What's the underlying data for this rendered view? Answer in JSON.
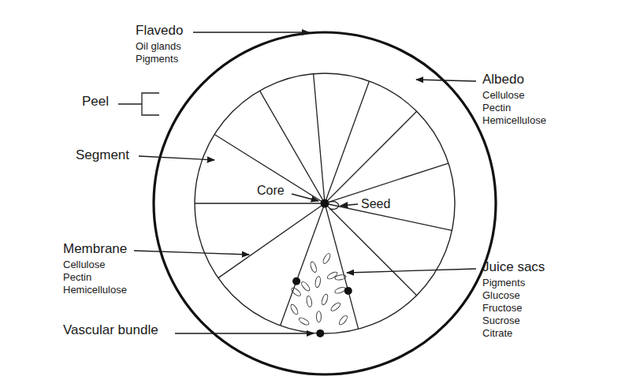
{
  "diagram": {
    "labels": [
      "Flavedo",
      "Oil glands",
      "Pigments",
      "Peel",
      "Segment",
      "Core",
      "Albedo",
      "Cellulose",
      "Pectin",
      "Hemicellulose",
      "Seed",
      "Membrane",
      "Cellulose",
      "Pectin",
      "Hemicellulose",
      "Juice sacs",
      "Pigments",
      "Glucose",
      "Fructose",
      "Sucrose",
      "Citrate",
      "Vascular bundle"
    ]
  }
}
